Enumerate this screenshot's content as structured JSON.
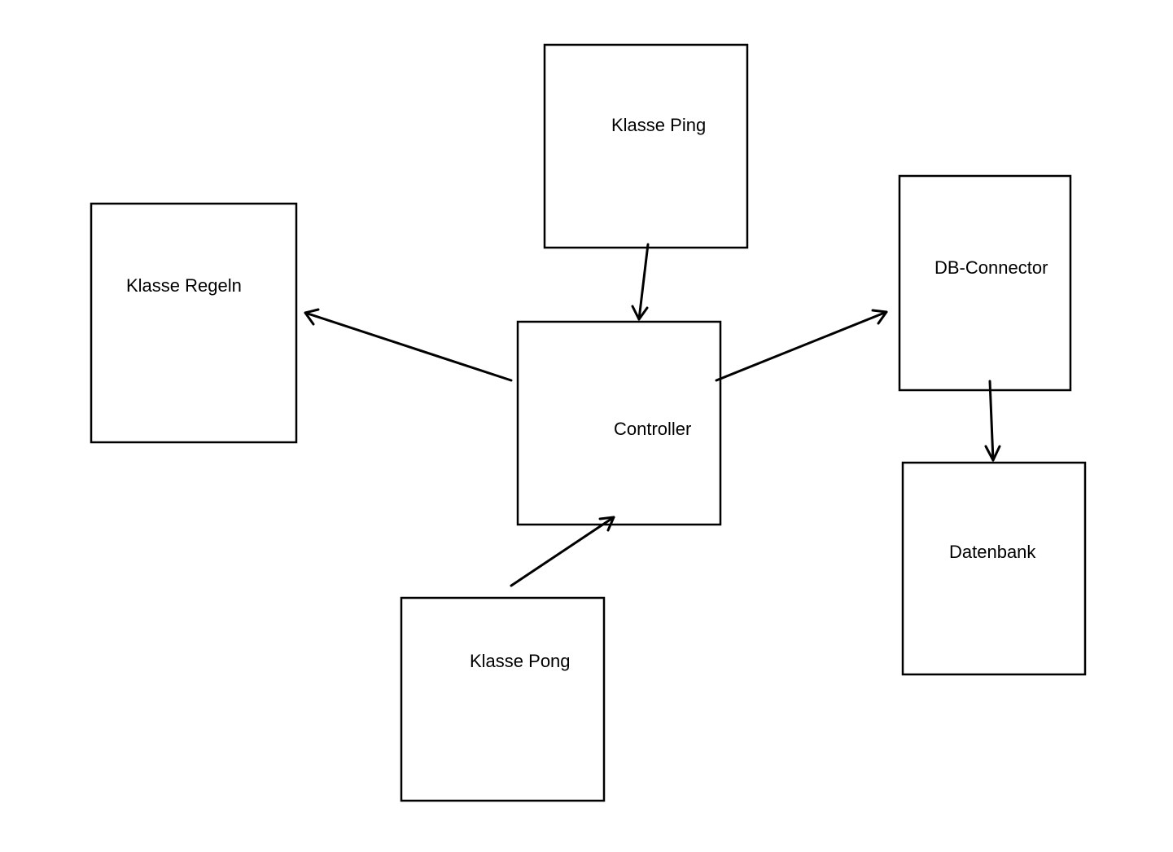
{
  "diagram": {
    "nodes": [
      {
        "id": "ping",
        "label": "Klasse Ping"
      },
      {
        "id": "regeln",
        "label": "Klasse Regeln"
      },
      {
        "id": "controller",
        "label": "Controller"
      },
      {
        "id": "dbconnector",
        "label": "DB-Connector"
      },
      {
        "id": "datenbank",
        "label": "Datenbank"
      },
      {
        "id": "pong",
        "label": "Klasse Pong"
      }
    ],
    "edges": [
      {
        "from": "ping",
        "to": "controller"
      },
      {
        "from": "controller",
        "to": "regeln"
      },
      {
        "from": "controller",
        "to": "dbconnector"
      },
      {
        "from": "dbconnector",
        "to": "datenbank"
      },
      {
        "from": "pong",
        "to": "controller"
      }
    ],
    "colors": {
      "background": "#ffffff",
      "stroke": "#000000",
      "text": "#000000"
    }
  }
}
